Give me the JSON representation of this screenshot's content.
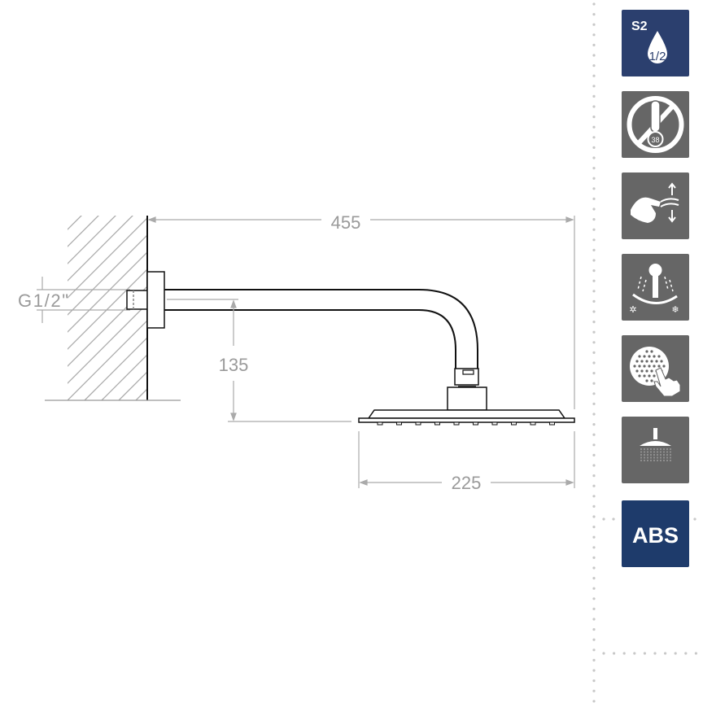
{
  "drawing": {
    "overall_length": "455",
    "drop_height": "135",
    "head_width": "225",
    "thread": "G1/2\""
  },
  "icons": [
    {
      "name": "s2-water-saving-icon",
      "label": "S2",
      "sub": "1/2",
      "color": "#2b3f6e"
    },
    {
      "name": "no-thermostat-icon",
      "label": "38",
      "color": "#666666"
    },
    {
      "name": "easy-clean-icon",
      "color": "#666666"
    },
    {
      "name": "hot-cold-adjust-icon",
      "color": "#666666"
    },
    {
      "name": "anti-limescale-nozzles-icon",
      "color": "#666666"
    },
    {
      "name": "rain-shower-icon",
      "color": "#666666"
    },
    {
      "name": "abs-material-icon",
      "label": "ABS",
      "color": "#1e3b6b"
    }
  ]
}
